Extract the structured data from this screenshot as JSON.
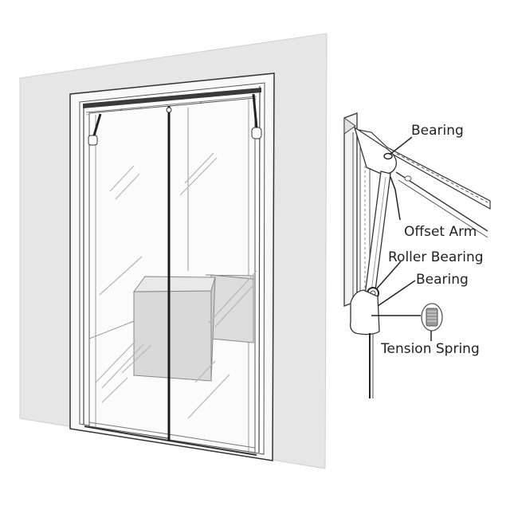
{
  "diagram": {
    "subject": "Double swinging clear vinyl doors with offset arm hinge hardware",
    "colors": {
      "wall": "#e6e6e6",
      "frame": "#f7f7f7",
      "line": "#2a2a2a",
      "light_line": "#888888",
      "box": "#dcdcdc",
      "background": "#ffffff"
    },
    "callout_labels": [
      {
        "id": "bearing-top",
        "text": "Bearing"
      },
      {
        "id": "offset-arm",
        "text": "Offset Arm"
      },
      {
        "id": "roller-bearing",
        "text": "Roller Bearing"
      },
      {
        "id": "bearing-bottom",
        "text": "Bearing"
      },
      {
        "id": "tension-spring",
        "text": "Tension Spring"
      }
    ]
  }
}
